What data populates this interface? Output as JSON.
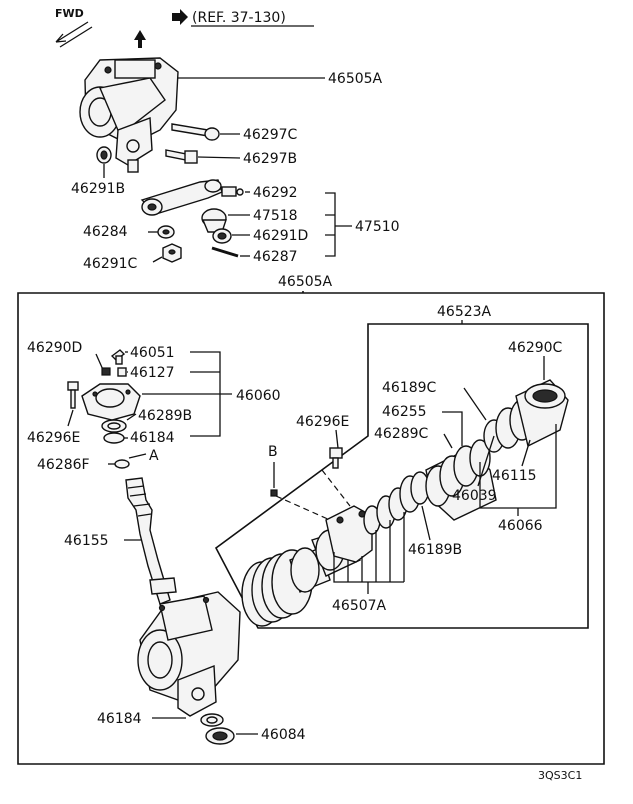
{
  "header": {
    "fwd": "FWD",
    "ref": "(REF. 37-130)"
  },
  "labels": {
    "p46505A_top": "46505A",
    "p46297C": "46297C",
    "p46297B": "46297B",
    "p46291B": "46291B",
    "p46292": "46292",
    "p47518": "47518",
    "p47510": "47510",
    "p46284": "46284",
    "p46291D": "46291D",
    "p46291C": "46291C",
    "p46287": "46287",
    "p46505A_box": "46505A",
    "p46523A": "46523A",
    "p46290D": "46290D",
    "p46051": "46051",
    "p46127": "46127",
    "p46060": "46060",
    "p46289B": "46289B",
    "p46296E_left": "46296E",
    "p46184_mid": "46184",
    "p46286F": "46286F",
    "markA": "A",
    "p46290C": "46290C",
    "p46189C": "46189C",
    "p46255": "46255",
    "p46289C": "46289C",
    "p46296E_right": "46296E",
    "markB": "B",
    "p46115": "46115",
    "p46039": "46039",
    "p46066": "46066",
    "p46189B": "46189B",
    "p46155": "46155",
    "p46507A": "46507A",
    "p46184_bot": "46184",
    "p46084": "46084"
  },
  "footer": {
    "code": "3QS3C1"
  }
}
